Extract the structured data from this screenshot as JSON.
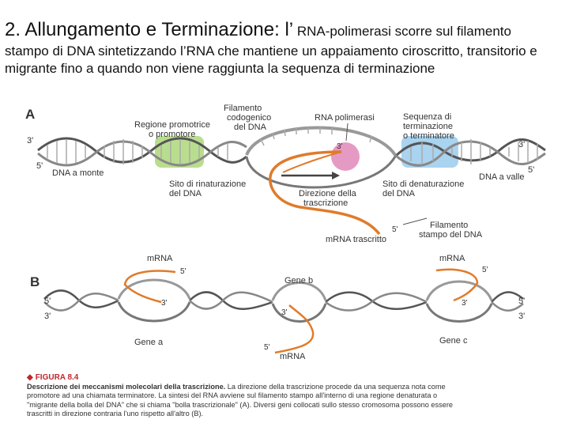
{
  "heading": {
    "part1": "2. Allungamento e Terminazione: l’",
    "part2": " RNA-polimerasi scorre sul filamento",
    "rest": "stampo di DNA sintetizzando l’RNA che mantiene un appaiamento ciroscritto, transitorio e migrante fino a quando non viene raggiunta la sequenza di terminazione"
  },
  "panelA": {
    "letter": "A",
    "labels": {
      "end3_left": "3'",
      "end5_left": "5'",
      "upstream": "DNA a monte",
      "promoter": [
        "Regione promotrice",
        "o promotore"
      ],
      "coding_strand": [
        "Filamento",
        "codogenico",
        "del DNA"
      ],
      "polymerase": "RNA polimerasi",
      "rna3": "3'",
      "termination": [
        "Sequenza di",
        "terminazione",
        "o terminatore"
      ],
      "end3_right": "3'",
      "end5_right": "5'",
      "downstream": "DNA a valle",
      "renaturation": [
        "Sito di rinaturazione",
        "del DNA"
      ],
      "direction": [
        "Direzione della",
        "trascrizione"
      ],
      "denaturation": [
        "Sito di denaturazione",
        "del DNA"
      ],
      "rna5": "5'",
      "template": [
        "Filamento",
        "stampo del DNA"
      ],
      "mrna": "mRNA trascritto"
    },
    "colors": {
      "promoter": "#b9dd8e",
      "polymerase": "#e59ac4",
      "terminator": "#a9d3ef",
      "rna": "#e07b2a",
      "dna": "#555555"
    }
  },
  "panelB": {
    "letter": "B",
    "labels": {
      "mrna_left": "mRNA",
      "rna5_left": "5'",
      "end5_left": "5'",
      "end3_left": "3'",
      "rna3_left": "3'",
      "gene_a": "Gene a",
      "gene_b": "Gene b",
      "rna3_mid": "3'",
      "rna5_mid": "5'",
      "mrna_mid": "mRNA",
      "mrna_right": "mRNA",
      "rna5_right": "5'",
      "rna3_right": "3'",
      "end5_right": "5'",
      "end3_right": "3'",
      "gene_c": "Gene c"
    }
  },
  "figure": {
    "label": "FIGURA 8.4",
    "caption_bold": "Descrizione dei meccanismi molecolari della trascrizione.",
    "caption": " La direzione della trascrizione procede da una sequenza nota come promotore ad una chiamata terminatore. La sintesi del RNA avviene sul filamento stampo all'interno di una regione denaturata o \"migrante della bolla del DNA\" che si chiama \"bolla trascrizionale\" (A). Diversi geni collocati sullo stesso cromosoma possono essere trascritti in direzione contraria l'uno rispetto all'altro (B)."
  }
}
